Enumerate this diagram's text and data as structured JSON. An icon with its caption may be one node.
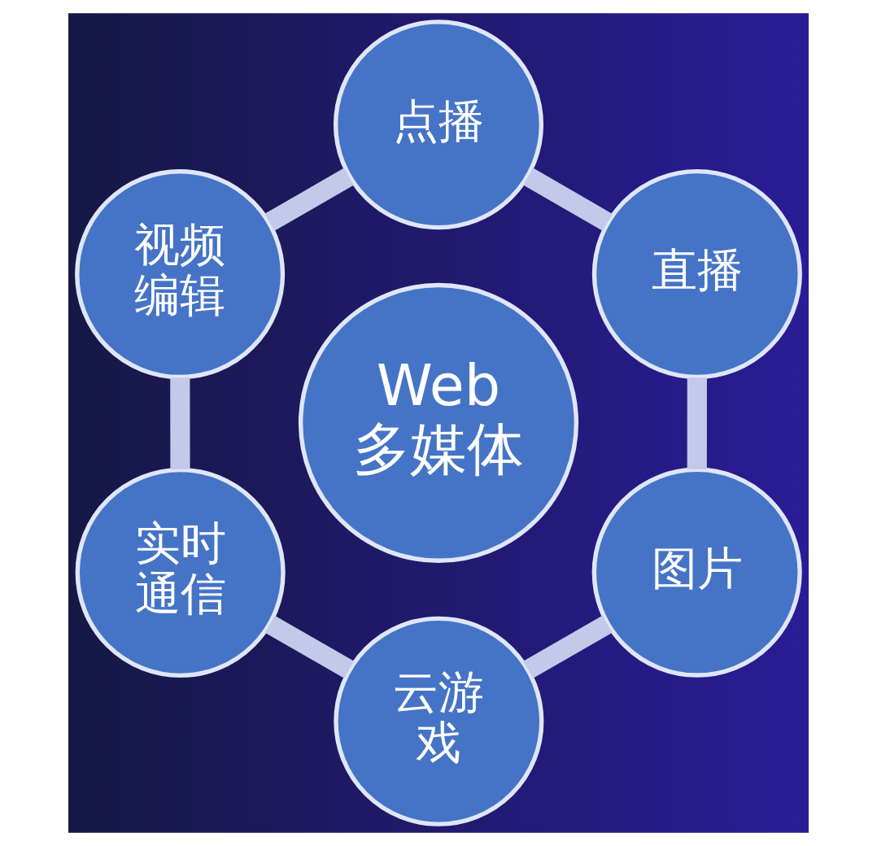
{
  "diagram": {
    "nodes": [
      {
        "text": [
          "Web 多媒体"
        ]
      },
      {
        "text": [
          "点播"
        ]
      },
      {
        "text": [
          "直播"
        ]
      },
      {
        "text": [
          "图片"
        ]
      },
      {
        "text": [
          "云游戏"
        ]
      },
      {
        "text": [
          "实时通信"
        ]
      },
      {
        "text": [
          "视频编辑"
        ]
      }
    ],
    "edges": [
      {
        "from": 1,
        "to": 2,
        "arrow": "none"
      },
      {
        "from": 2,
        "to": 3,
        "arrow": "none"
      },
      {
        "from": 3,
        "to": 4,
        "arrow": "none"
      },
      {
        "from": 4,
        "to": 5,
        "arrow": "none"
      },
      {
        "from": 5,
        "to": 6,
        "arrow": "none"
      },
      {
        "from": 6,
        "to": 1,
        "arrow": "none"
      }
    ]
  }
}
